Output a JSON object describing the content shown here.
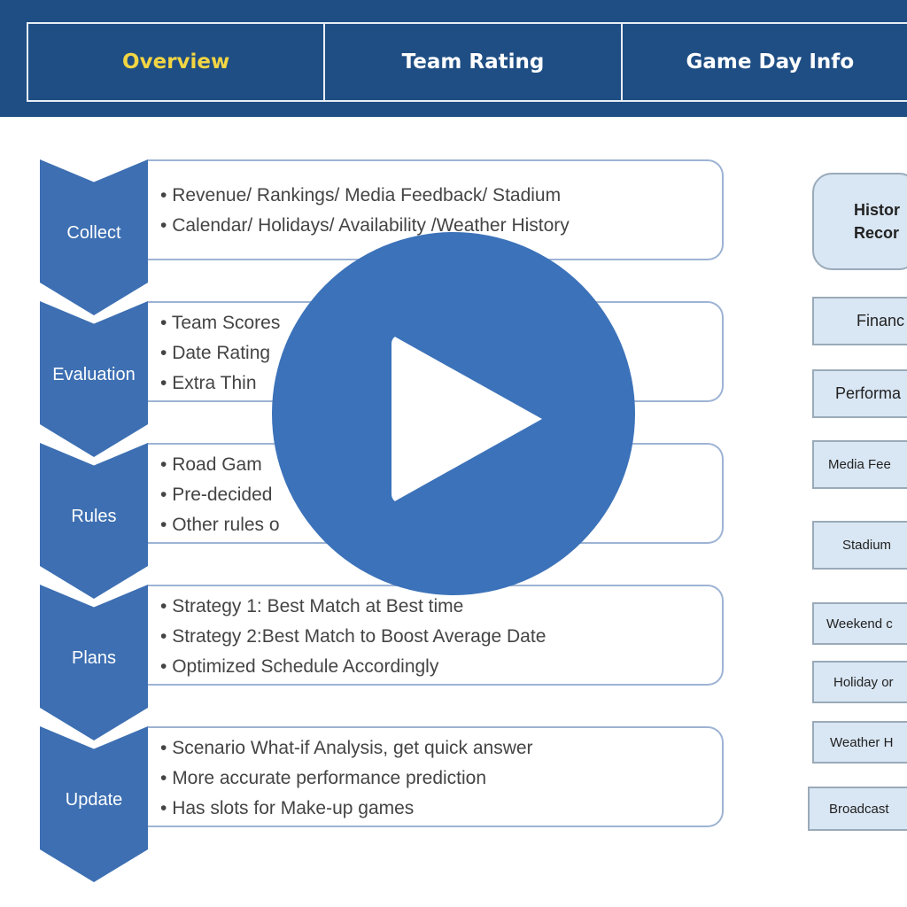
{
  "tabs": [
    {
      "label": "Overview",
      "active": true
    },
    {
      "label": "Team Rating",
      "active": false
    },
    {
      "label": "Game Day Info",
      "active": false
    }
  ],
  "steps": [
    {
      "label": "Collect",
      "bullets": [
        "Revenue/ Rankings/ Media Feedback/ Stadium",
        "Calendar/ Holidays/ Availability /Weather History"
      ]
    },
    {
      "label": "Evaluation",
      "bullets": [
        "Team Scores",
        "Date Rating",
        "Extra Thin                                                     etc."
      ]
    },
    {
      "label": "Rules",
      "bullets": [
        "Road Gam",
        "Pre-decided",
        "Other rules o                                                  games"
      ]
    },
    {
      "label": "Plans",
      "bullets": [
        "Strategy 1: Best Match at Best time",
        "Strategy 2:Best Match to Boost Average Date",
        "Optimized Schedule Accordingly"
      ]
    },
    {
      "label": "Update",
      "bullets": [
        "Scenario What-if Analysis, get quick answer",
        "More accurate performance prediction",
        "Has slots for Make-up games"
      ]
    }
  ],
  "right_boxes": {
    "header_line1": "Histor",
    "header_line2": "Recor",
    "items": [
      "Financ",
      "Performa",
      "Media Fee",
      "Stadium",
      "Weekend c",
      "Holiday or",
      "Weather H",
      "Broadcast"
    ]
  },
  "colors": {
    "topbar": "#1f4e84",
    "active_tab": "#f2d543",
    "chevron": "#3d6fb2",
    "play_button": "#3c72b9"
  },
  "icons": {
    "play": "play-icon"
  }
}
